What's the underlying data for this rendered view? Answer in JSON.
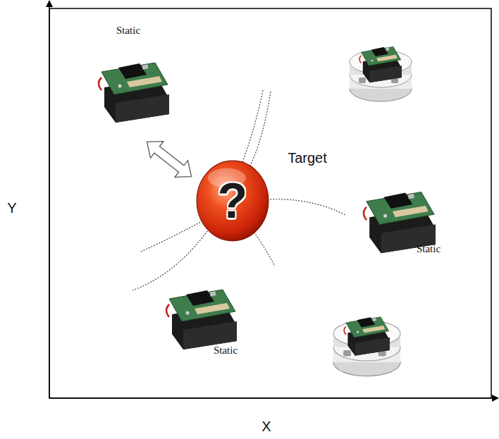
{
  "diagram": {
    "nodes": [
      {
        "text": [
          "?"
        ]
      }
    ],
    "labels": [
      "Static",
      "Target",
      "Static",
      "Static",
      "Y",
      "X"
    ]
  }
}
